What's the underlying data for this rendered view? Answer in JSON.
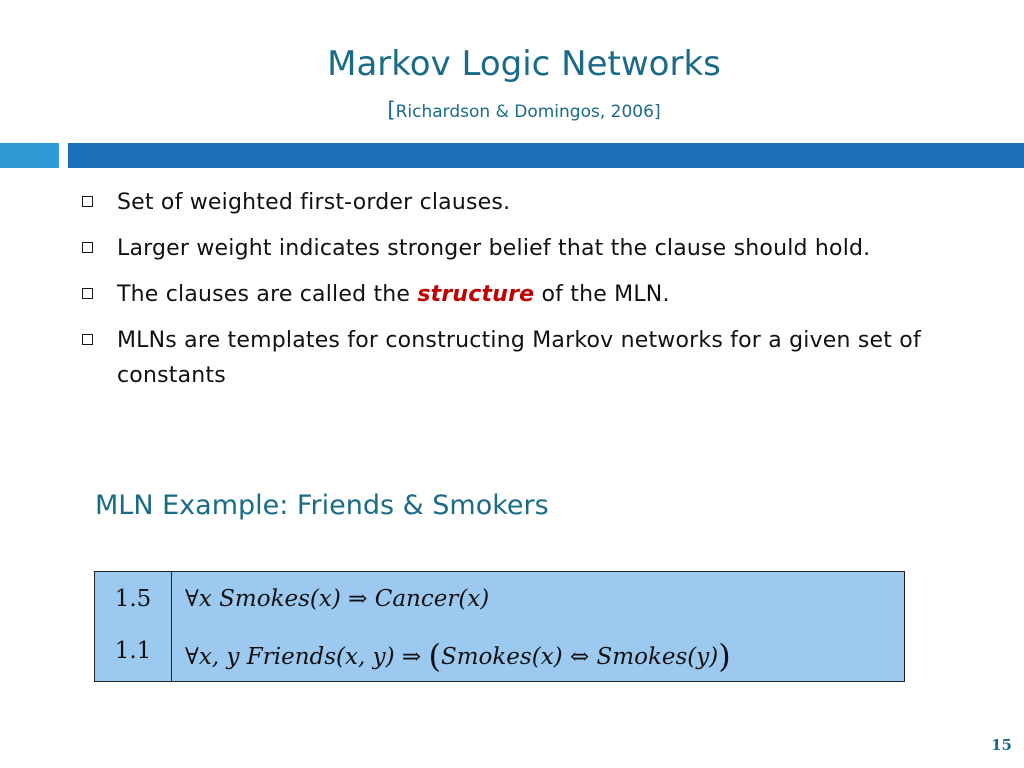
{
  "slide": {
    "title": "Markov Logic Networks",
    "subtitle_open": "[",
    "subtitle_text": "Richardson & Domingos, 2006",
    "subtitle_close": "]",
    "bullets": [
      {
        "text": "Set of weighted first-order clauses."
      },
      {
        "text": "Larger weight indicates stronger belief that the clause should hold."
      },
      {
        "before": "The clauses are called the ",
        "emph": "structure",
        "after": " of the MLN."
      },
      {
        "text": "MLNs are templates for constructing Markov networks for a given set of constants"
      }
    ],
    "example_heading": "MLN Example: Friends & Smokers",
    "table": {
      "rows": [
        {
          "weight": "1.5",
          "formula": "∀x Smokes(x) ⇒ Cancer(x)"
        },
        {
          "weight": "1.1",
          "formula_a": "∀x, y Friends(x, y) ⇒ ",
          "formula_open": "(",
          "formula_b": "Smokes(x) ⇔ Smokes(y)",
          "formula_close": ")"
        }
      ]
    },
    "page_number": "15",
    "colors": {
      "title": "#1a6b88",
      "bar_light": "#2f9ad6",
      "bar_dark": "#1a6fb8",
      "emphasis": "#c00000",
      "table_fill": "#9cc9f0"
    }
  }
}
